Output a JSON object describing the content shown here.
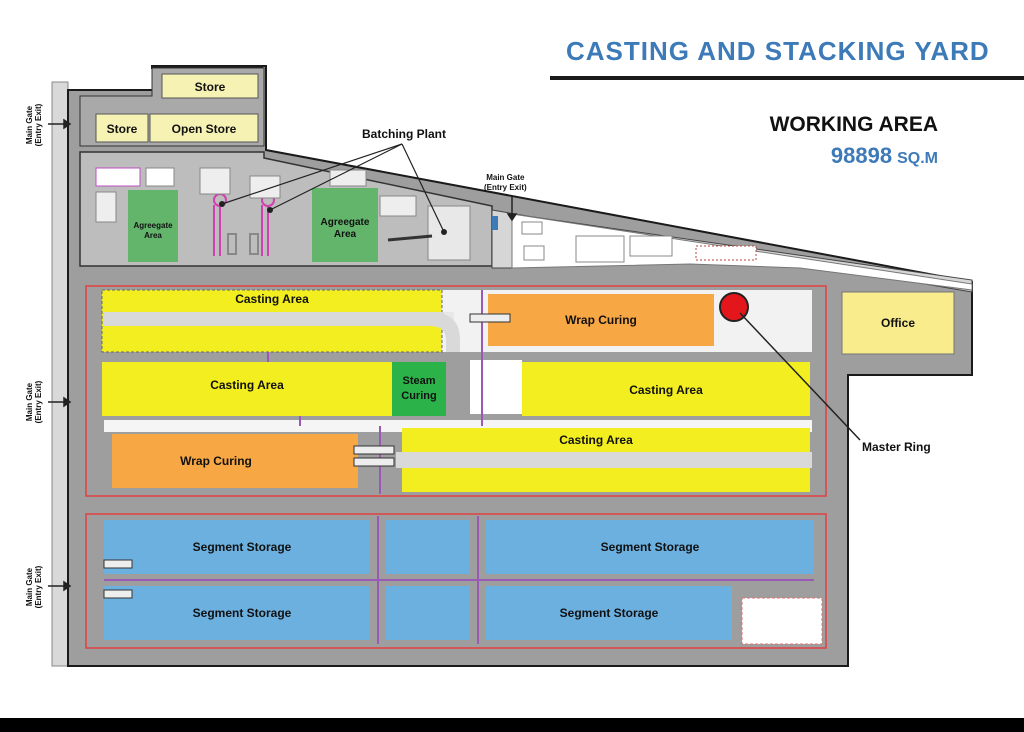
{
  "header": {
    "title": "CASTING AND STACKING YARD"
  },
  "working_area": {
    "label": "WORKING AREA",
    "value": "98898",
    "unit": "SQ.M"
  },
  "annotations": {
    "batching_plant": "Batching Plant",
    "master_ring": "Master Ring"
  },
  "gates": {
    "side_gate_line1": "Main Gate",
    "side_gate_line2": "(Entry Exit)",
    "top_gate_line1": "Main Gate",
    "top_gate_line2": "(Entry Exit)"
  },
  "zones": {
    "store_top": "Store",
    "store_left": "Store",
    "open_store": "Open Store",
    "aggregate_left_line1": "Agreegate",
    "aggregate_left_line2": "Area",
    "aggregate_right_line1": "Agreegate",
    "aggregate_right_line2": "Area",
    "office": "Office",
    "casting_1": "Casting Area",
    "wrap_curing_1": "Wrap Curing",
    "casting_2": "Casting Area",
    "steam_curing_line1": "Steam",
    "steam_curing_line2": "Curing",
    "casting_3": "Casting Area",
    "wrap_curing_2": "Wrap Curing",
    "casting_4": "Casting Area",
    "segment_storage_1": "Segment Storage",
    "segment_storage_2": "Segment Storage",
    "segment_storage_3": "Segment Storage",
    "segment_storage_4": "Segment Storage"
  },
  "colors": {
    "yard_gray": "#9e9e9e",
    "casting_yellow": "#f2ee20",
    "wrap_orange": "#f7a744",
    "steam_green": "#2bb34a",
    "storage_blue": "#6cb0e0",
    "office_yellow": "#f8ec8c",
    "store_yellow": "#f5f2b4",
    "master_ring_red": "#e3171b",
    "title_blue": "#3d7ab8"
  }
}
